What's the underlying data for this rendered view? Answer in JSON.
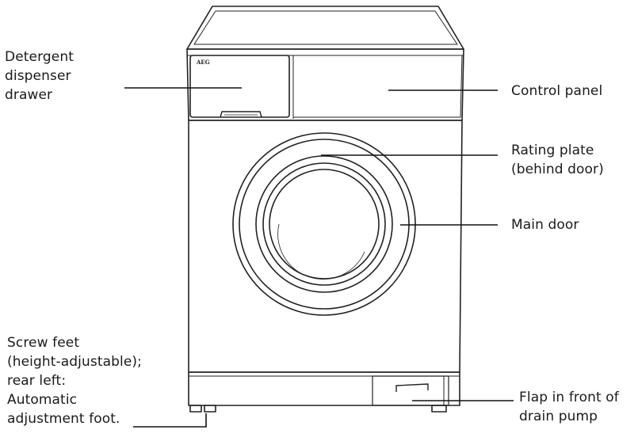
{
  "brand_badge": "AEG",
  "labels": {
    "detergent": [
      "Detergent",
      "dispenser",
      "drawer"
    ],
    "control_panel": [
      "Control panel"
    ],
    "rating_plate": [
      "Rating plate",
      "(behind door)"
    ],
    "main_door": [
      "Main door"
    ],
    "screw_feet": [
      "Screw feet",
      "(height-adjustable);",
      "rear left:",
      "Automatic",
      "adjustment foot."
    ],
    "flap": [
      "Flap in front of",
      "drain pump"
    ]
  }
}
